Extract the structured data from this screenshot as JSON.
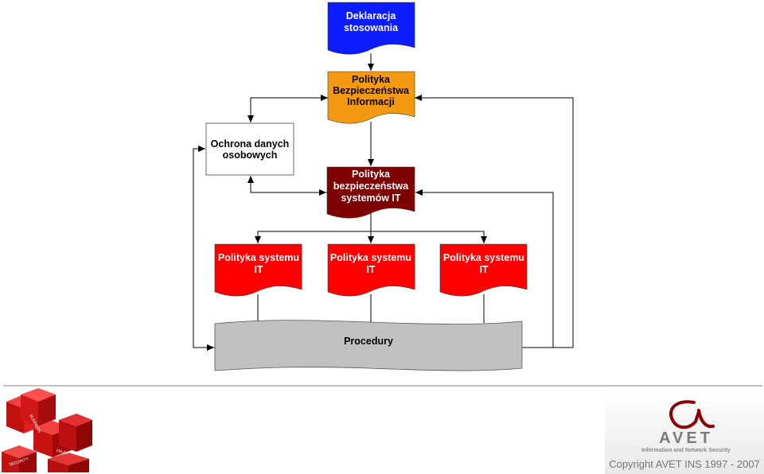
{
  "diagram": {
    "nodes": {
      "declaration": {
        "line1": "Deklaracja",
        "line2": "stosowania",
        "color": "#0b1cff"
      },
      "info_policy": {
        "line1": "Polityka",
        "line2": "Bezpieczeństwa",
        "line3": "Informacji",
        "color": "#f39a12"
      },
      "personal_data": {
        "line1": "Ochrona danych",
        "line2": "osobowych"
      },
      "it_systems_policy": {
        "line1": "Polityka",
        "line2": "bezpieczeństwa",
        "line3": "systemów IT",
        "color": "#7f0000"
      },
      "it_policy_1": {
        "line1": "Polityka systemu",
        "line2": "IT",
        "color": "#ff0000"
      },
      "it_policy_2": {
        "line1": "Polityka systemu",
        "line2": "IT",
        "color": "#ff0000"
      },
      "it_policy_3": {
        "line1": "Polityka systemu",
        "line2": "IT",
        "color": "#ff0000"
      },
      "procedures": {
        "label": "Procedury",
        "color": "#c0c0c0"
      }
    }
  },
  "footer": {
    "cube_words": [
      "BUSINESS",
      "TRUST",
      "SECURITY"
    ],
    "brand": "AVET",
    "tagline": "Information and Network Security",
    "copyright": "Copyright AVET INS 1997 - 2007"
  }
}
